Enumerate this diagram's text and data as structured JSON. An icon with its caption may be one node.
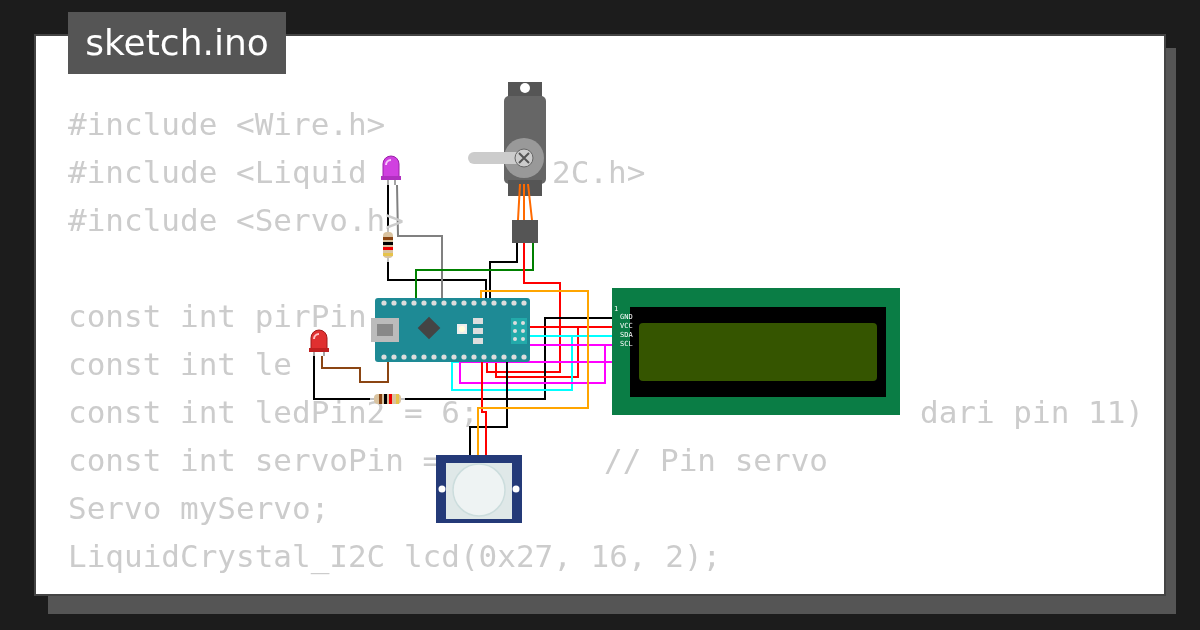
{
  "diagram": {
    "title": "sketch.ino",
    "nodes": [
      {
        "text": [],
        "shape": "picture"
      },
      {
        "text": [],
        "shape": "picture"
      },
      {
        "text": [],
        "shape": "picture"
      },
      {
        "text": [],
        "shape": "picture"
      },
      {
        "text": [],
        "shape": "picture"
      },
      {
        "text": [],
        "shape": "picture"
      },
      {
        "text": [
          "1",
          "GND",
          "VCC",
          "SDA",
          "SCL"
        ]
      },
      {
        "text": [],
        "shape": "picture"
      }
    ],
    "edges": [
      {
        "from": 2,
        "to": 3,
        "arrow": "none"
      },
      {
        "from": 3,
        "to": 0,
        "arrow": "none"
      },
      {
        "from": 2,
        "to": 0,
        "arrow": "none",
        "color": "#808080"
      },
      {
        "from": 1,
        "to": 0,
        "arrow": "none"
      },
      {
        "from": 1,
        "to": 0,
        "arrow": "none",
        "color": "#008000"
      },
      {
        "from": 1,
        "to": 0,
        "arrow": "none",
        "color": "#ff0000"
      },
      {
        "from": 4,
        "to": 0,
        "arrow": "none",
        "color": "#8b4513"
      },
      {
        "from": 4,
        "to": 5,
        "arrow": "none"
      },
      {
        "from": 5,
        "to": 6,
        "arrow": "none"
      },
      {
        "from": 0,
        "to": 6,
        "arrow": "none",
        "color": "#ff0000"
      },
      {
        "from": 0,
        "to": 6,
        "arrow": "none",
        "color": "#00ffff"
      },
      {
        "from": 0,
        "to": 6,
        "arrow": "none",
        "color": "#ff00ff"
      },
      {
        "from": 0,
        "to": 7,
        "arrow": "none"
      },
      {
        "from": 0,
        "to": 7,
        "arrow": "none",
        "color": "#ff0000"
      },
      {
        "from": 7,
        "to": 0,
        "arrow": "none",
        "color": "#ffa500"
      }
    ],
    "labels": [
      "#include <Wire.h>",
      "#include <Liquid",
      "2C.h>",
      "#include <Servo.h>",
      "const int pirPin",
      "const int le",
      "const int ledPin2 = 6;",
      "dari pin 11)",
      "const int servoPin =",
      "// Pin servo",
      "Servo myServo;",
      "LiquidCrystal_I2C lcd(0x27, 16, 2);"
    ]
  }
}
